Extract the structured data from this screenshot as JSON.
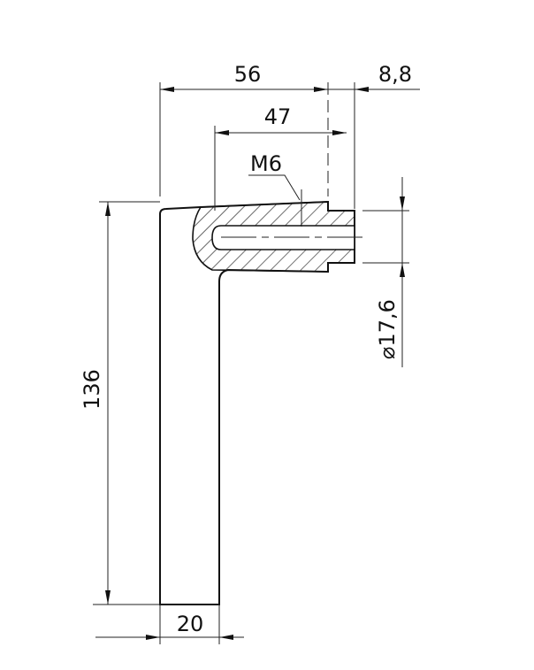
{
  "drawing": {
    "dimensions": {
      "overall_length": "56",
      "tip_length": "8,8",
      "insert_length": "47",
      "thread": "M6",
      "diameter": "⌀17,6",
      "height": "136",
      "width": "20"
    },
    "colors": {
      "line": "#111111",
      "background": "#ffffff"
    }
  }
}
